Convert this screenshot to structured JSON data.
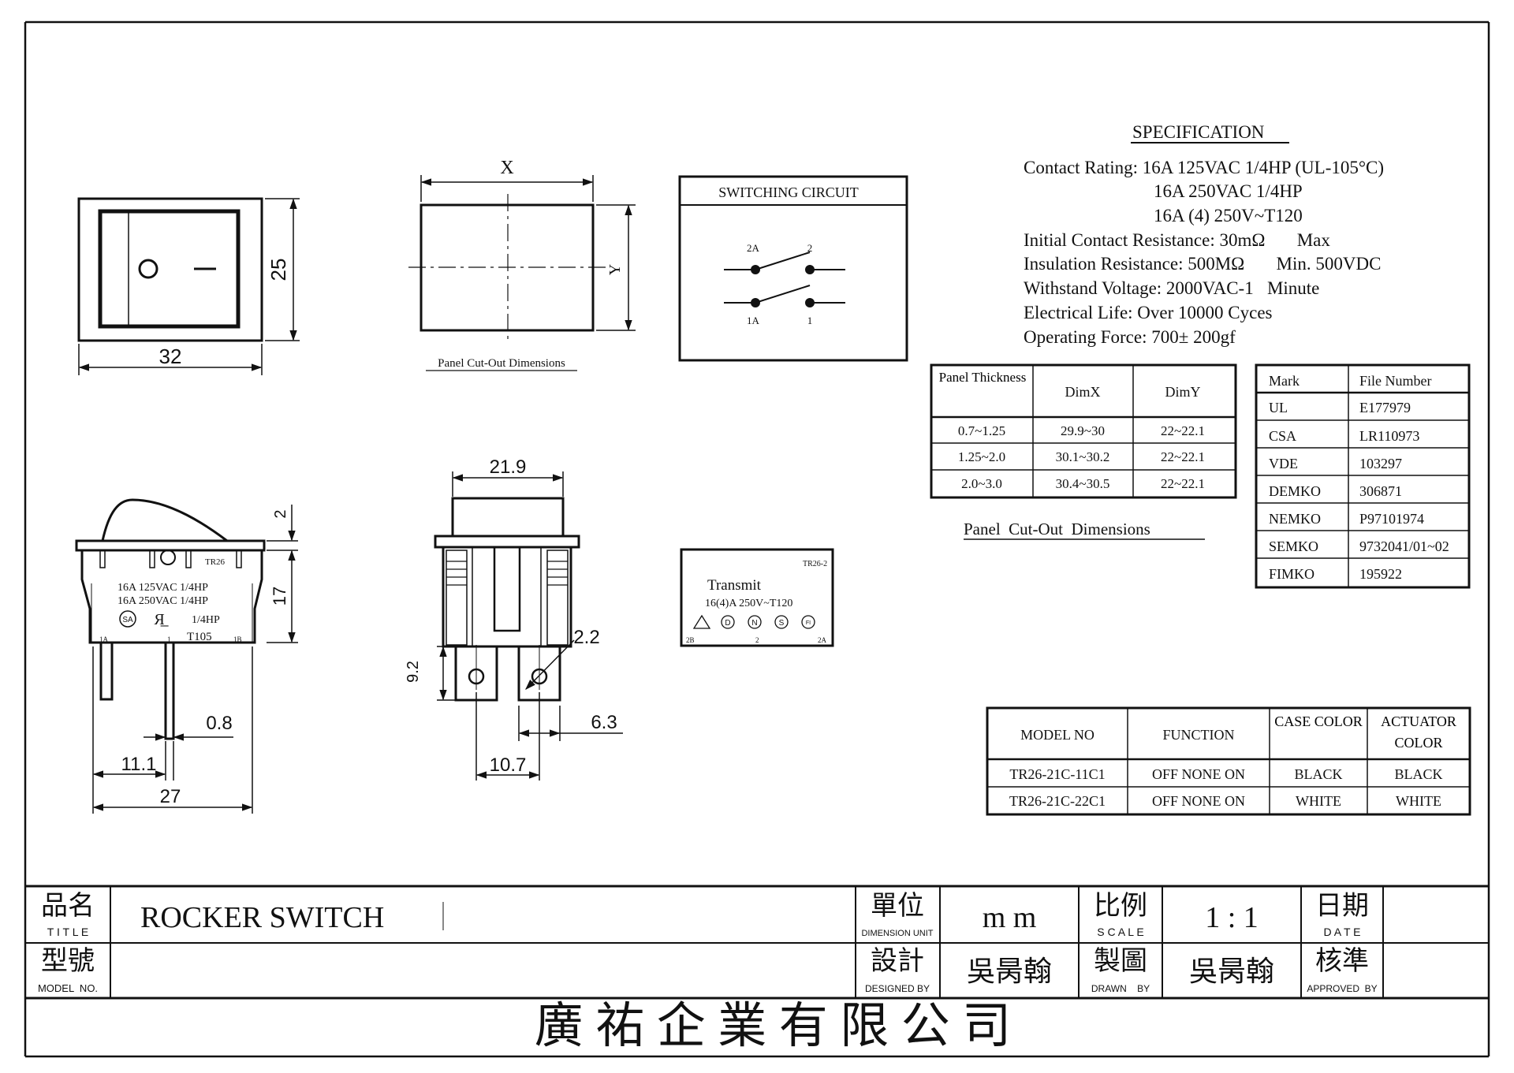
{
  "specification": {
    "title": "SPECIFICATION",
    "lines": [
      "Contact Rating: 16A 125VAC 1/4HP (UL-105°C)",
      "16A 250VAC 1/4HP",
      "16A (4) 250V~T120",
      "Initial Contact Resistance: 30mΩ       Max",
      "Insulation Resistance: 500MΩ       Min. 500VDC",
      "Withstand Voltage: 2000VAC-1   Minute",
      "Electrical Life: Over 10000 Cyces",
      "Operating Force: 700± 200gf"
    ]
  },
  "front_view": {
    "dim_width": "32",
    "dim_height": "25",
    "symbol_off": "O",
    "symbol_on": "I"
  },
  "cutout_view": {
    "label_x": "X",
    "label_y": "Y",
    "caption": "Panel Cut-Out Dimensions"
  },
  "switching_circuit": {
    "title": "SWITCHING CIRCUIT",
    "t2a": "2A",
    "t2": "2",
    "t1a": "1A",
    "t1": "1"
  },
  "side_view": {
    "model_mark": "TR26",
    "rating_1": "16A 125VAC 1/4HP",
    "rating_2": "16A 250VAC 1/4HP",
    "csa_mark": "SA",
    "ul_mark": "Я̲",
    "hp": "1/4HP",
    "t_mark": "T105",
    "term_1a": "1A",
    "term_1": "1",
    "term_1b": "1B",
    "dim_top": "2",
    "dim_body": "17",
    "dim_pin": "0.8",
    "dim_11": "11.1",
    "dim_27": "27"
  },
  "end_view": {
    "dim_219": "21.9",
    "dim_92": "9.2",
    "dim_22": "2.2",
    "dim_63": "6.3",
    "dim_107": "10.7"
  },
  "label_view": {
    "model_mark": "TR26-2",
    "title": "Transmit",
    "rating": "16(4)A 250V~T120",
    "marks": [
      "D",
      "N",
      "S",
      "FI"
    ],
    "t2b": "2B",
    "t2": "2",
    "t2a": "2A"
  },
  "cutout_table": {
    "caption": "Panel  Cut-Out  Dimensions",
    "headers": [
      "Panel Thickness",
      "DimX",
      "DimY"
    ],
    "rows": [
      [
        "0.7~1.25",
        "29.9~30",
        "22~22.1"
      ],
      [
        "1.25~2.0",
        "30.1~30.2",
        "22~22.1"
      ],
      [
        "2.0~3.0",
        "30.4~30.5",
        "22~22.1"
      ]
    ]
  },
  "approval_table": {
    "headers": [
      "Mark",
      "File Number"
    ],
    "rows": [
      [
        "UL",
        "E177979"
      ],
      [
        "CSA",
        "LR110973"
      ],
      [
        "VDE",
        "103297"
      ],
      [
        "DEMKO",
        "306871"
      ],
      [
        "NEMKO",
        "P97101974"
      ],
      [
        "SEMKO",
        "9732041/01~02"
      ],
      [
        "FIMKO",
        "195922"
      ]
    ]
  },
  "model_table": {
    "headers": [
      "MODEL NO",
      "FUNCTION",
      "CASE COLOR",
      "ACTUATOR COLOR"
    ],
    "rows": [
      [
        "TR26-21C-11C1",
        "OFF NONE ON",
        "BLACK",
        "BLACK"
      ],
      [
        "TR26-21C-22C1",
        "OFF NONE ON",
        "WHITE",
        "WHITE"
      ]
    ]
  },
  "title_block": {
    "title_cn": "品名",
    "title_en": "T I T L E",
    "title_value": "ROCKER SWITCH",
    "model_cn": "型號",
    "model_en": "MODEL  NO.",
    "model_value": "",
    "unit_cn": "單位",
    "unit_en": "DIMENSION UNIT",
    "unit_value": "m m",
    "scale_cn": "比例",
    "scale_en": "S C A L E",
    "scale_value": "1 : 1",
    "date_cn": "日期",
    "date_en": "D A T E",
    "date_value": "",
    "designed_cn": "設計",
    "designed_en": "DESIGNED BY",
    "designed_value": "吳昺翰",
    "drawn_cn": "製圖",
    "drawn_en": "DRAWN    BY",
    "drawn_value": "吳昺翰",
    "approved_cn": "核準",
    "approved_en": "APPROVED  BY",
    "approved_value": "",
    "company": "廣 祐 企 業 有 限 公 司"
  }
}
